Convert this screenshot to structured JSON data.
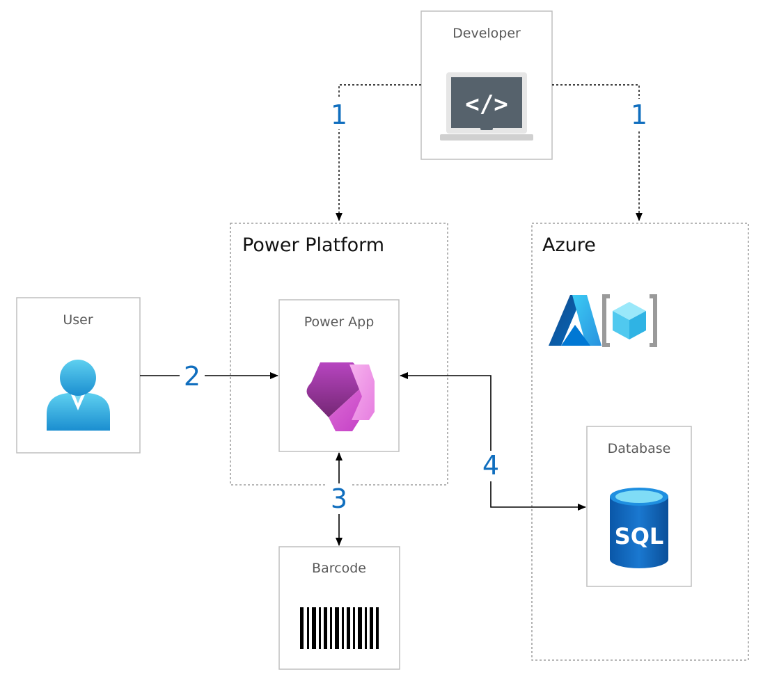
{
  "nodes": {
    "developer": "Developer",
    "user": "User",
    "power_app": "Power App",
    "barcode": "Barcode",
    "database": "Database"
  },
  "groups": {
    "power_platform": "Power Platform",
    "azure": "Azure"
  },
  "steps": {
    "dev_to_platform": "1",
    "dev_to_azure": "1",
    "user_to_app": "2",
    "app_barcode": "3",
    "app_database": "4"
  },
  "icons": {
    "developer": "laptop-code-icon",
    "user": "user-person-icon",
    "power_app": "power-apps-logo-icon",
    "barcode": "barcode-icon",
    "database": "sql-database-icon",
    "azure": "azure-logo-icon",
    "azure_resource": "azure-resource-cube-icon"
  },
  "icon_text": {
    "code": "</>",
    "sql": "SQL"
  },
  "colors": {
    "step_number": "#106ebe",
    "box_border": "#bfbfbf",
    "group_border": "#8c8c8c",
    "connector": "#000000"
  }
}
